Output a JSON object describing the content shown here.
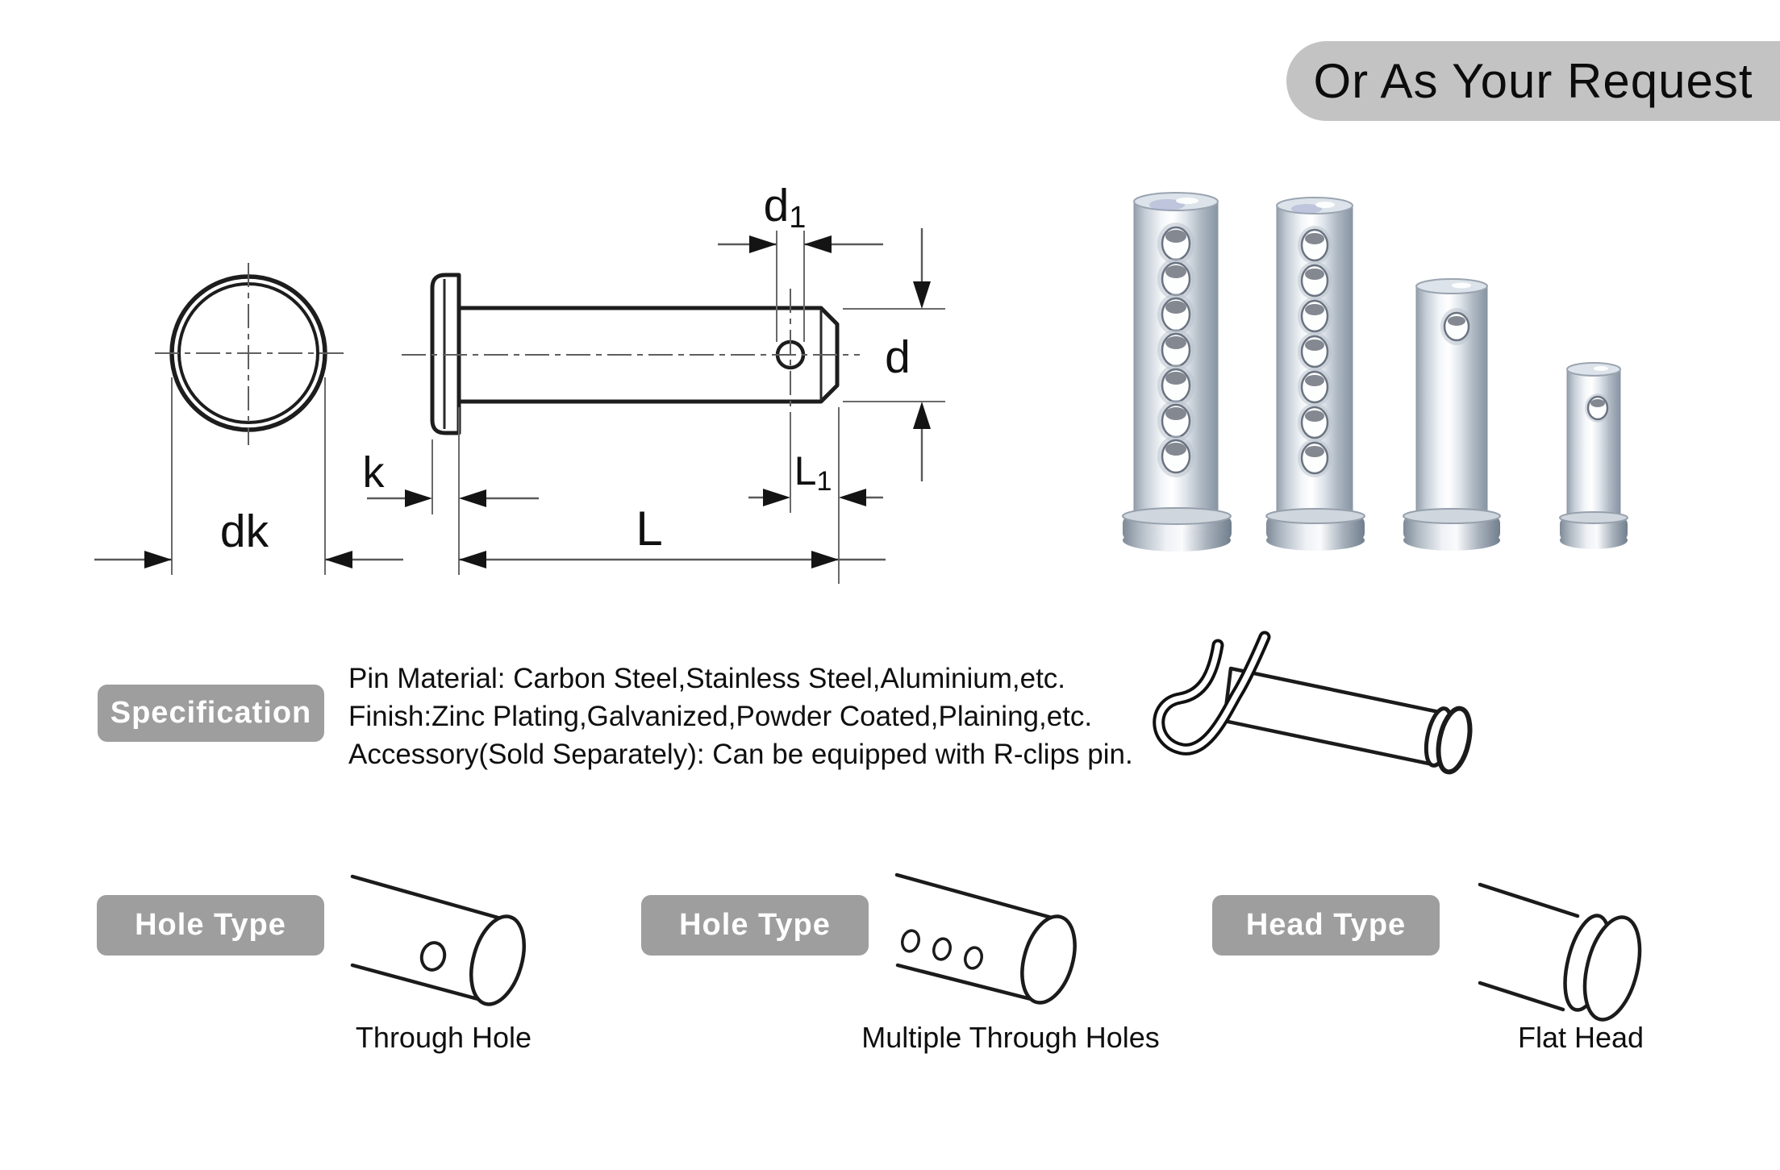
{
  "badge": {
    "label": "Or As Your Request"
  },
  "diagram": {
    "dims": {
      "d1": {
        "main": "d",
        "sub": "1"
      },
      "d": "d",
      "k": "k",
      "dk": "dk",
      "L": "L",
      "L1": {
        "main": "L",
        "sub": "1"
      }
    }
  },
  "specification": {
    "heading": "Specification",
    "lines": [
      "Pin Material: Carbon Steel,Stainless Steel,Aluminium,etc.",
      "Finish:Zinc Plating,Galvanized,Powder Coated,Plaining,etc.",
      "Accessory(Sold Separately): Can be equipped with R-clips pin."
    ]
  },
  "sections": [
    {
      "heading": "Hole Type",
      "caption": "Through Hole"
    },
    {
      "heading": "Hole Type",
      "caption": "Multiple Through Holes"
    },
    {
      "heading": "Head Type",
      "caption": "Flat Head"
    }
  ],
  "colors": {
    "badge_bg": "#c3c3c3",
    "label_bg": "#9e9e9e",
    "line": "#1d1d1d",
    "text": "#111111"
  }
}
